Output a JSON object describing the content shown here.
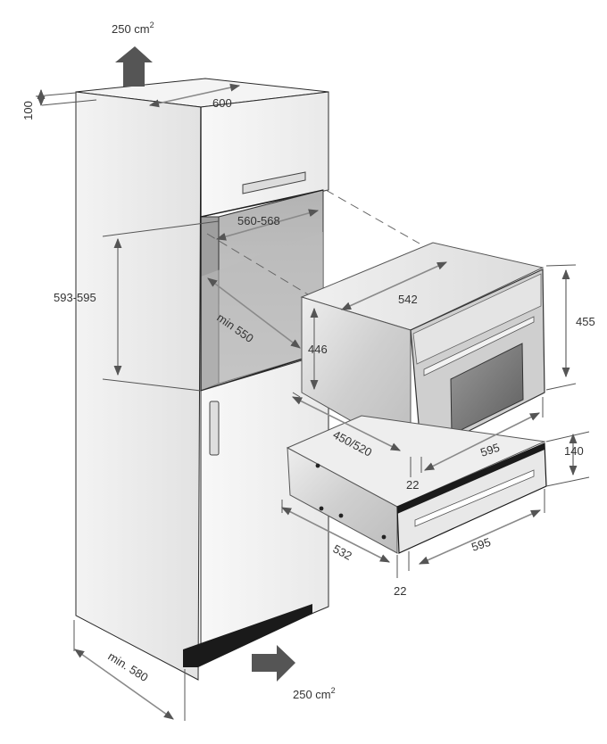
{
  "airflow": {
    "top_label": "250 cm",
    "bottom_label": "250 cm",
    "superscript": "2"
  },
  "dimensions": {
    "top_gap": "100",
    "cabinet_width": "600",
    "niche_width": "560-568",
    "niche_height": "593-595",
    "niche_depth": "min 550",
    "cabinet_depth": "min. 580",
    "oven_body_width": "542",
    "oven_body_height": "446",
    "oven_body_depth": "450/520",
    "oven_front_height": "455",
    "oven_front_width": "595",
    "oven_front_thickness": "22",
    "drawer_height": "140",
    "drawer_width": "595",
    "drawer_depth": "532",
    "drawer_front_thickness": "22"
  },
  "colors": {
    "cabinet_side": "#ececec",
    "cabinet_front": "#f6f6f6",
    "niche_interior": "#c4c4c4",
    "appliance_steel": "#d6d6d6",
    "arrow_fill": "#555555",
    "plinth": "#1a1a1a"
  }
}
